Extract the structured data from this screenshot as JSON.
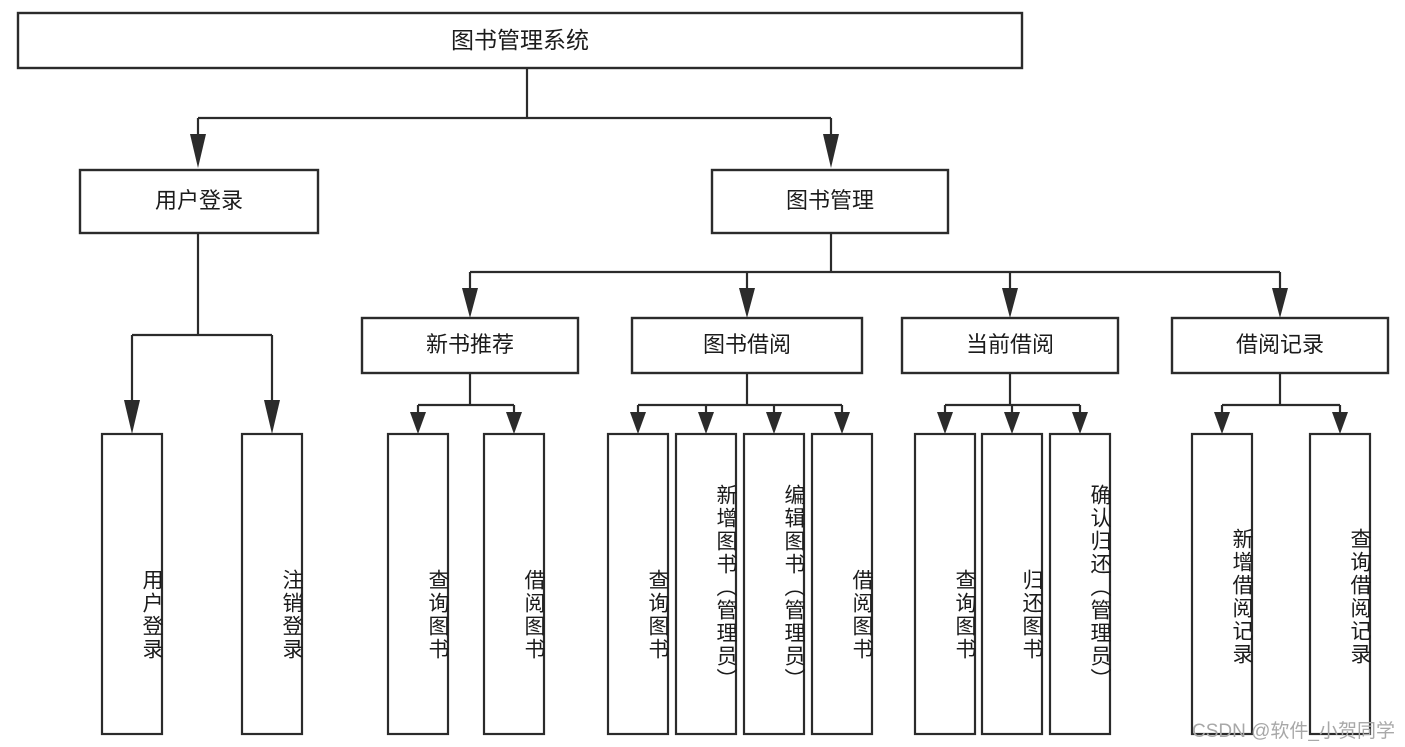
{
  "diagram": {
    "type": "tree",
    "title": "图书管理系统",
    "background_color": "#ffffff",
    "line_color": "#2b2b2b",
    "text_color": "#1b1b1b",
    "root": {
      "label": "图书管理系统",
      "level": 0
    },
    "level1": [
      {
        "label": "用户登录"
      },
      {
        "label": "图书管理"
      }
    ],
    "level2": [
      {
        "label": "新书推荐"
      },
      {
        "label": "图书借阅"
      },
      {
        "label": "当前借阅"
      },
      {
        "label": "借阅记录"
      }
    ],
    "leaves": {
      "user_login": [
        {
          "label": "用户登录"
        },
        {
          "label": "注销登录"
        }
      ],
      "new_book": [
        {
          "label": "查询图书"
        },
        {
          "label": "借阅图书"
        }
      ],
      "book_borrow": [
        {
          "label": "查询图书"
        },
        {
          "label": "新增图书（管理员）"
        },
        {
          "label": "编辑图书（管理员）"
        },
        {
          "label": "借阅图书"
        }
      ],
      "current_borrow": [
        {
          "label": "查询图书"
        },
        {
          "label": "归还图书"
        },
        {
          "label": "确认归还（管理员）"
        }
      ],
      "borrow_record": [
        {
          "label": "新增借阅记录"
        },
        {
          "label": "查询借阅记录"
        }
      ]
    },
    "watermark": "CSDN @软件_小贺同学"
  }
}
